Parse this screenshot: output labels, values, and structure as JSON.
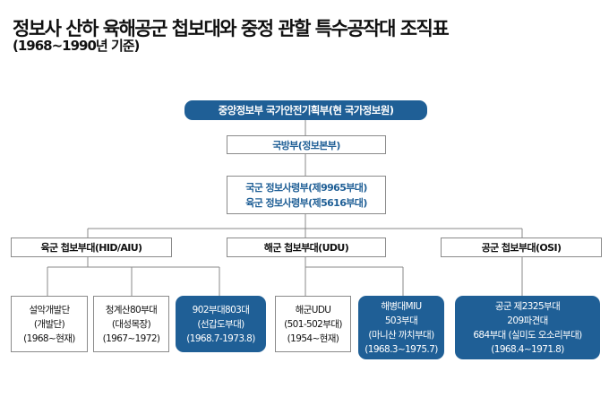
{
  "title": "정보사 산하 육해공군 첩보대와 중정 관할 특수공작대 조직표",
  "subtitle": "(1968~1990년 기준)",
  "top": "중앙정보부 국가안전기획부(현 국가정보원)",
  "mnd": "국방부(정보본부)",
  "command": [
    "국군 정보사령부(제9965부대)",
    "육군 정보사령부(제5616부대)"
  ],
  "branches": [
    "육군 첩보부대(HID/AIU)",
    "해군 첩보부대(UDU)",
    "공군 첩보부대(OSI)"
  ],
  "units": [
    [
      "설악개발단",
      "(개발단)",
      "(1968~현재)"
    ],
    [
      "청계산80부대",
      "(대성목장)",
      "(1967~1972)"
    ],
    [
      "902부대803대",
      "(선갑도부대)",
      "(1968.7-1973.8)"
    ],
    [
      "해군UDU",
      "(501-502부대)",
      "(1954~현재)"
    ],
    [
      "해병대MIU",
      "503부대",
      "(마니산 까치부대)",
      "(1968.3~1975.7)"
    ],
    [
      "공군 제2325부대",
      "209파견대",
      "684부대 (실미도 오소리부대)",
      "(1968.4~1971.8)"
    ]
  ],
  "colors": {
    "accent": "#1f5f96",
    "line": "#8a8a8a"
  }
}
